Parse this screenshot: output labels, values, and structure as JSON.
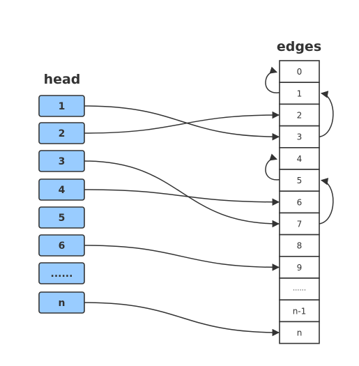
{
  "head": {
    "title": "head",
    "items": [
      "1",
      "2",
      "3",
      "4",
      "5",
      "6",
      "......",
      "n"
    ]
  },
  "edges": {
    "title": "edges",
    "items": [
      "0",
      "1",
      "2",
      "3",
      "4",
      "5",
      "6",
      "7",
      "8",
      "9",
      "......",
      "n-1",
      "n"
    ]
  },
  "head_pointers": [
    {
      "from": "1",
      "to": "3"
    },
    {
      "from": "2",
      "to": "2"
    },
    {
      "from": "3",
      "to": "7"
    },
    {
      "from": "4",
      "to": "6"
    },
    {
      "from": "6",
      "to": "9"
    },
    {
      "from": "n",
      "to": "n"
    }
  ],
  "next_pointers": [
    {
      "from": "1",
      "to": "0"
    },
    {
      "from": "3",
      "to": "1"
    },
    {
      "from": "5",
      "to": "4"
    },
    {
      "from": "7",
      "to": "5"
    }
  ],
  "colors": {
    "head_fill": "#99ccff",
    "stroke": "#333333",
    "text": "#333333",
    "background": "#ffffff"
  }
}
